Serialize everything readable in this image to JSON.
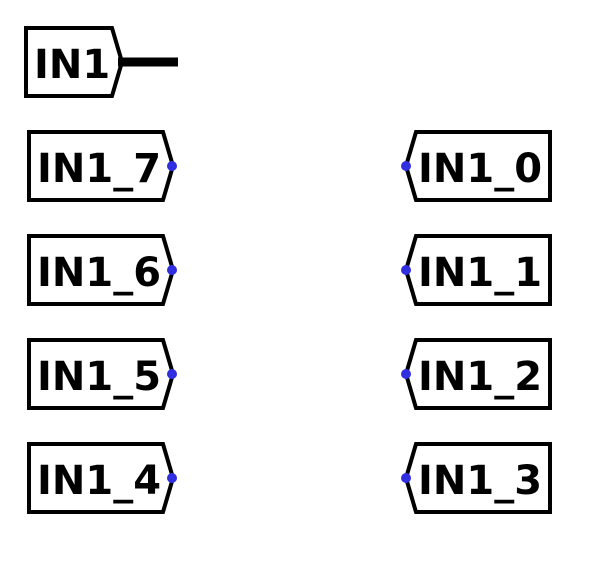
{
  "colors": {
    "outline": "#000000",
    "pin": "#2f2fe0",
    "background": "#ffffff"
  },
  "bus_port": {
    "label": "IN1"
  },
  "left_ports": [
    {
      "label": "IN1_7"
    },
    {
      "label": "IN1_6"
    },
    {
      "label": "IN1_5"
    },
    {
      "label": "IN1_4"
    }
  ],
  "right_ports": [
    {
      "label": "IN1_0"
    },
    {
      "label": "IN1_1"
    },
    {
      "label": "IN1_2"
    },
    {
      "label": "IN1_3"
    }
  ]
}
